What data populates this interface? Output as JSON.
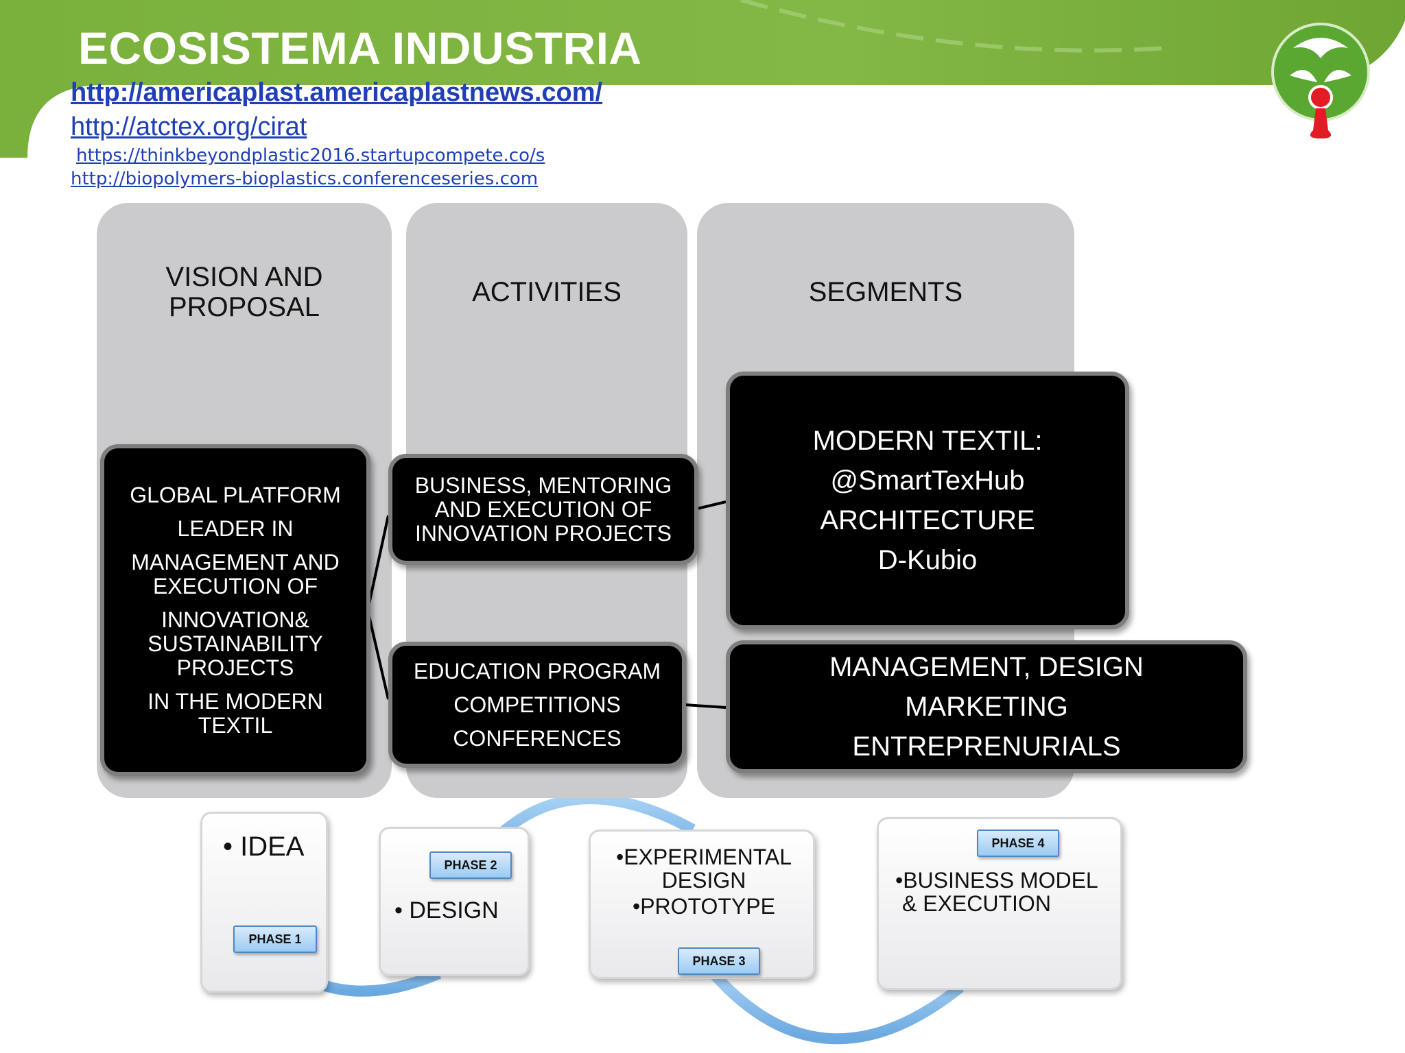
{
  "header": {
    "title": "ECOSISTEMA INDUSTRIA"
  },
  "links": [
    "http://americaplast.americaplastnews.com/",
    "http://atctex.org/cirat",
    "https://thinkbeyondplastic2016.startupcompete.co/s",
    "http://biopolymers-bioplastics.conferenceseries.com"
  ],
  "columns": {
    "vision": {
      "heading": [
        "VISION AND",
        "PROPOSAL"
      ]
    },
    "activities": {
      "heading": "ACTIVITIES"
    },
    "segments": {
      "heading": "SEGMENTS"
    }
  },
  "boxes": {
    "platform": [
      "GLOBAL PLATFORM",
      "LEADER IN",
      "MANAGEMENT AND",
      "EXECUTION  OF",
      "INNOVATION&",
      "SUSTAINABILITY",
      "PROJECTS",
      "IN THE MODERN",
      "TEXTIL"
    ],
    "business": [
      "BUSINESS, MENTORING",
      "AND EXECUTION  OF",
      "INNOVATION  PROJECTS"
    ],
    "education": [
      "EDUCATION PROGRAM",
      "COMPETITIONS",
      "CONFERENCES"
    ],
    "textil": [
      "MODERN  TEXTIL:",
      "@SmartTexHub",
      "ARCHITECTURE",
      "D-Kubio"
    ],
    "management": [
      "MANAGEMENT, DESIGN",
      "MARKETING",
      "ENTREPRENURIALS"
    ]
  },
  "phases": [
    {
      "badge": "PHASE  1",
      "text": [
        "• IDEA"
      ]
    },
    {
      "badge": "PHASE  2",
      "text": [
        "•  DESIGN"
      ]
    },
    {
      "badge": "PHASE  3",
      "text": [
        "•EXPERIMENTAL",
        "DESIGN",
        "•PROTOTYPE"
      ]
    },
    {
      "badge": "PHASE  4",
      "text": [
        "•BUSINESS MODEL",
        "& EXECUTION"
      ]
    }
  ],
  "colors": {
    "banner_green": "#7aad3a",
    "link_blue": "#1f3fb5",
    "column_gray": "#cbcbce",
    "box_black": "#000000",
    "arc_blue": "#8ec1ea"
  },
  "logo": {
    "name": "green-tree-logo"
  }
}
